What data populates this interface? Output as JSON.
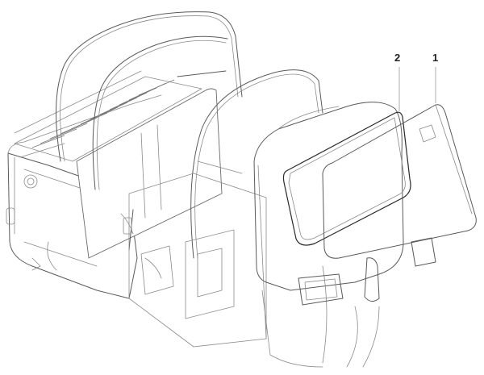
{
  "diagram": {
    "type": "exploded-parts-diagram",
    "subject": "three-wheeler cab body with roll bars and windshield",
    "callouts": [
      {
        "id": "1",
        "label": "1",
        "part": "windshield-glass"
      },
      {
        "id": "2",
        "label": "2",
        "part": "windshield-seal"
      }
    ]
  },
  "colors": {
    "background": "#ffffff",
    "line": "#5a5a5a",
    "text": "#222222"
  }
}
